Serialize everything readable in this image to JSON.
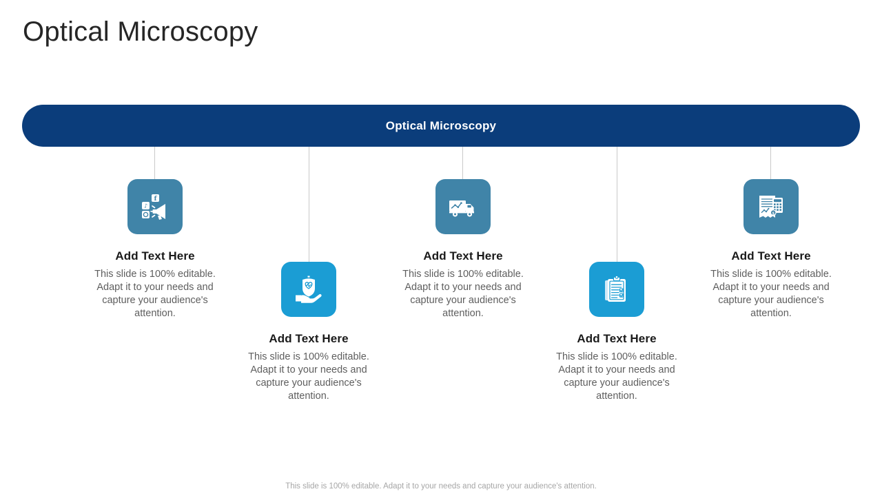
{
  "page": {
    "title": "Optical Microscopy"
  },
  "banner": {
    "label": "Optical Microscopy",
    "color": "#0b3d7b"
  },
  "colors": {
    "muted_blue": "#4084a8",
    "bright_blue": "#1b9dd4",
    "connector": "#c9c9c9",
    "title_text": "#262626",
    "body_text": "#5e5e5e",
    "footer_text": "#a6a6a6"
  },
  "nodes": [
    {
      "icon": "social-media-megaphone-icon",
      "icon_color": "#4084a8",
      "title": "Add Text Here",
      "body": "This slide is 100% editable. Adapt it to your needs and capture your audience's attention."
    },
    {
      "icon": "hand-holding-health-shield-icon",
      "icon_color": "#1b9dd4",
      "title": "Add Text Here",
      "body": "This slide is 100% editable. Adapt it to your needs and capture your audience's attention."
    },
    {
      "icon": "delivery-truck-chart-icon",
      "icon_color": "#4084a8",
      "title": "Add Text Here",
      "body": "This slide is 100% editable. Adapt it to your needs and capture your audience's attention."
    },
    {
      "icon": "clipboard-checklist-icon",
      "icon_color": "#1b9dd4",
      "title": "Add Text Here",
      "body": "This slide is 100% editable. Adapt it to your needs and capture your audience's attention."
    },
    {
      "icon": "invoice-calculator-icon",
      "icon_color": "#4084a8",
      "title": "Add Text Here",
      "body": "This slide is 100% editable. Adapt it to your needs and capture your audience's attention."
    }
  ],
  "footer": {
    "text": "This slide is 100% editable. Adapt it to your needs and capture your audience's attention."
  }
}
